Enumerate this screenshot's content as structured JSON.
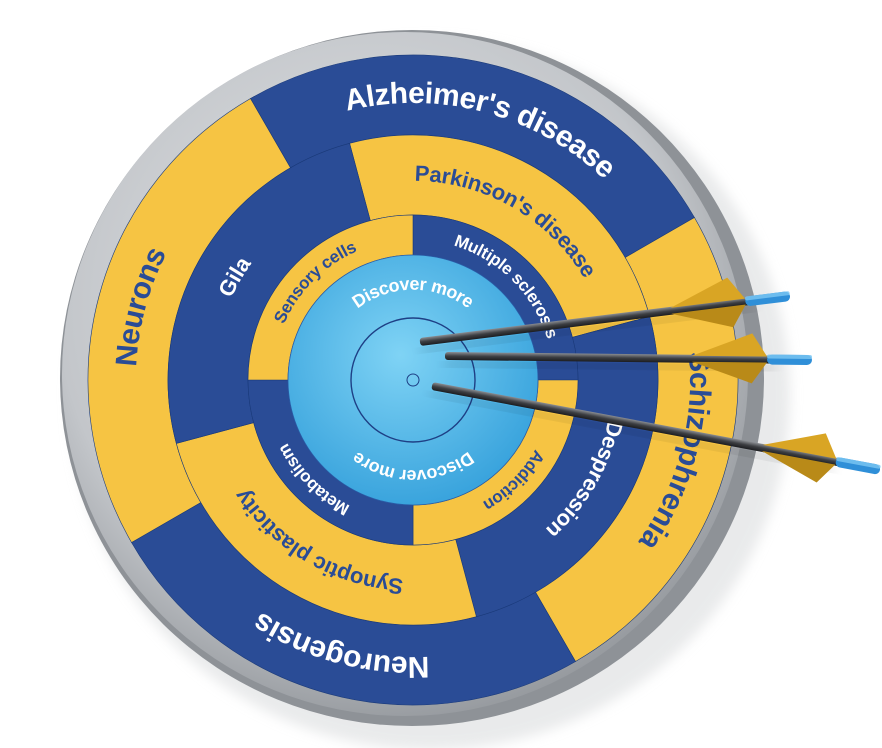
{
  "colors": {
    "navy": "#2a4c96",
    "gold": "#f6c443",
    "light_blue": "#4fb2e6",
    "light_blue_center": "#6ccaf2",
    "rim": "#c9ccd0",
    "rim_shadow": "#8d9196",
    "shaft": "#4a4c50",
    "fletching": "#d9a524",
    "nock": "#2f8fd8"
  },
  "rings": {
    "outer": [
      {
        "label": "Alzheimer's disease",
        "color": "navy"
      },
      {
        "label": "Schizophrenia",
        "color": "gold"
      },
      {
        "label": "Neurogensis",
        "color": "navy"
      },
      {
        "label": "Neurons",
        "color": "gold"
      }
    ],
    "middle": [
      {
        "label": "Parkinson's disease",
        "color": "gold"
      },
      {
        "label": "Despression",
        "color": "navy"
      },
      {
        "label": "Synoptic plasticity",
        "color": "gold"
      },
      {
        "label": "Gila",
        "color": "navy"
      }
    ],
    "inner": [
      {
        "label": "Multiple sclerosis",
        "color": "navy"
      },
      {
        "label": "Addiction",
        "color": "gold"
      },
      {
        "label": "Metabolism",
        "color": "navy"
      },
      {
        "label": "Sensory cells",
        "color": "gold"
      }
    ],
    "center": [
      {
        "label": "Discover more"
      },
      {
        "label": "Discover more"
      }
    ]
  },
  "arrows_count": 3
}
